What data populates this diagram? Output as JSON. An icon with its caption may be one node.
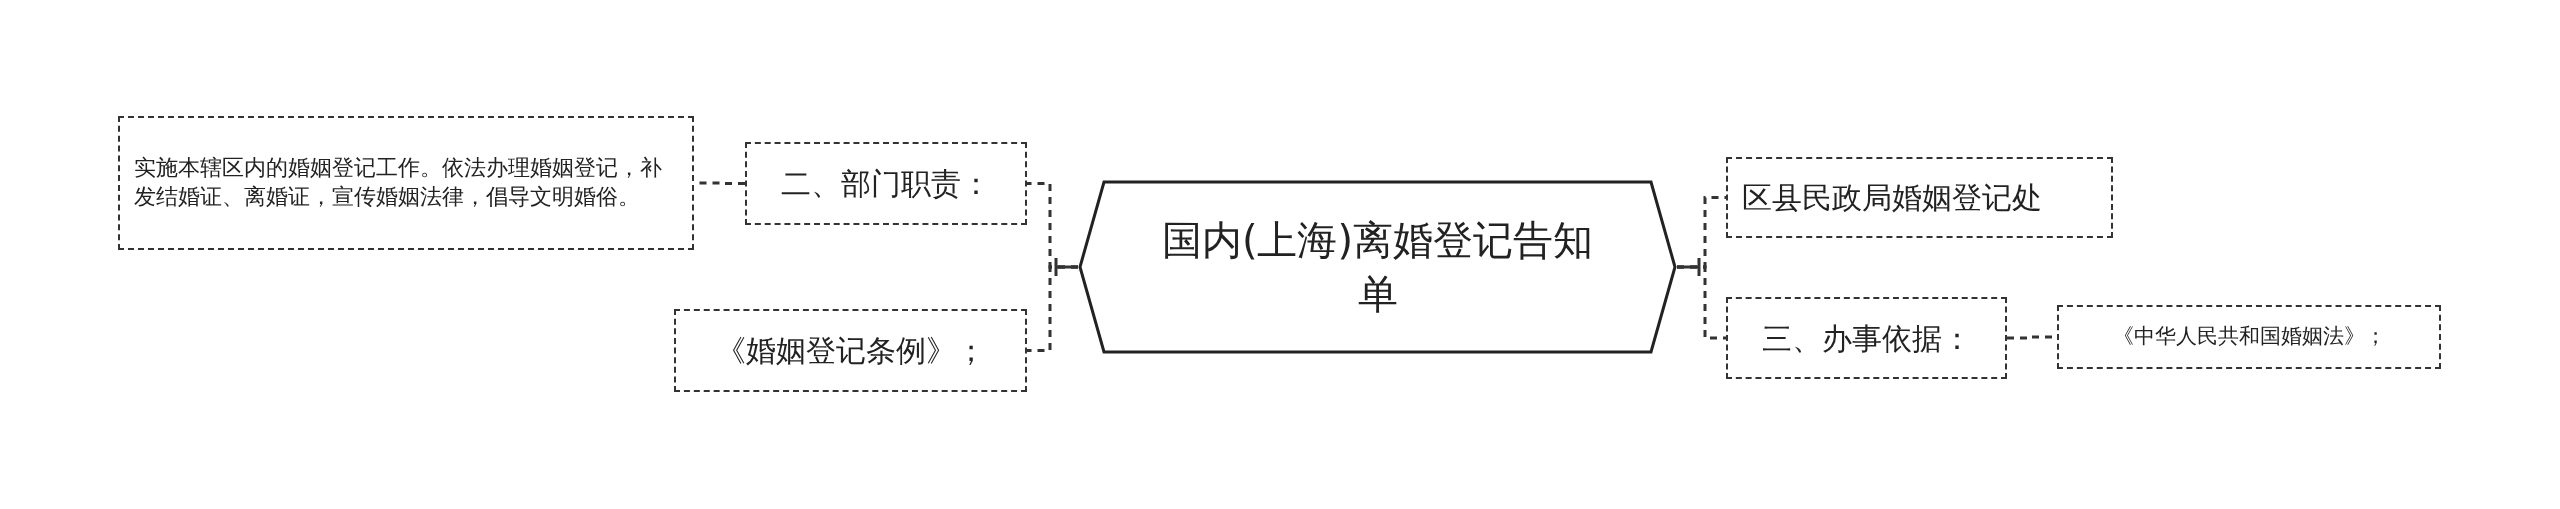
{
  "diagram": {
    "nodes": [
      {
        "text": [
          "国内(上海)离婚登记告知单"
        ]
      },
      {
        "text": [
          "二、部门职责："
        ]
      },
      {
        "text": [
          "实施本辖区内的婚姻登记工作。依法办理婚姻登记，补发结婚证、离婚证，宣传婚姻法律，倡导文明婚俗。"
        ]
      },
      {
        "text": [
          "《婚姻登记条例》；"
        ]
      },
      {
        "text": [
          "区县民政局婚姻登记处"
        ]
      },
      {
        "text": [
          "三、办事依据："
        ]
      },
      {
        "text": [
          "《中华人民共和国婚姻法》；"
        ]
      }
    ],
    "edges": [
      {
        "from": 0,
        "to": 1,
        "arrow": "none",
        "style": "dashed"
      },
      {
        "from": 1,
        "to": 2,
        "arrow": "none",
        "style": "dashed"
      },
      {
        "from": 0,
        "to": 3,
        "arrow": "none",
        "style": "dashed"
      },
      {
        "from": 0,
        "to": 4,
        "arrow": "none",
        "style": "dashed"
      },
      {
        "from": 0,
        "to": 5,
        "arrow": "none",
        "style": "dashed"
      },
      {
        "from": 5,
        "to": 6,
        "arrow": "none",
        "style": "dashed"
      }
    ]
  }
}
